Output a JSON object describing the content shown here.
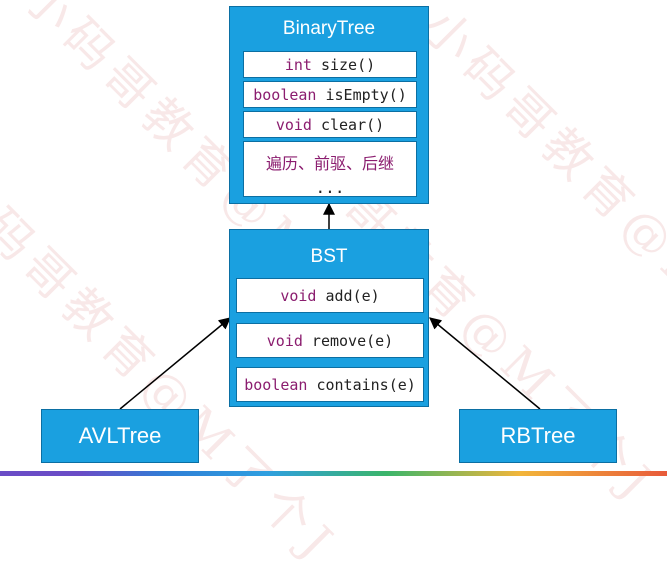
{
  "watermark_text": "小码哥教育@M了个J",
  "colors": {
    "box_fill": "#1aa0e0",
    "box_border": "#0b6fa3",
    "keyword": "#8b1d6f"
  },
  "binary_tree": {
    "title": "BinaryTree",
    "methods": [
      {
        "kw": "int",
        "rest": " size()"
      },
      {
        "kw": "boolean",
        "rest": " isEmpty()"
      },
      {
        "kw": "void",
        "rest": " clear()"
      }
    ],
    "note_line1": "遍历、前驱、后继",
    "note_line2": "..."
  },
  "bst": {
    "title": "BST",
    "methods": [
      {
        "kw": "void",
        "rest": " add(e)"
      },
      {
        "kw": "void",
        "rest": " remove(e)"
      },
      {
        "kw": "boolean",
        "rest": " contains(e)"
      }
    ]
  },
  "avl": {
    "title": "AVLTree"
  },
  "rb": {
    "title": "RBTree"
  }
}
